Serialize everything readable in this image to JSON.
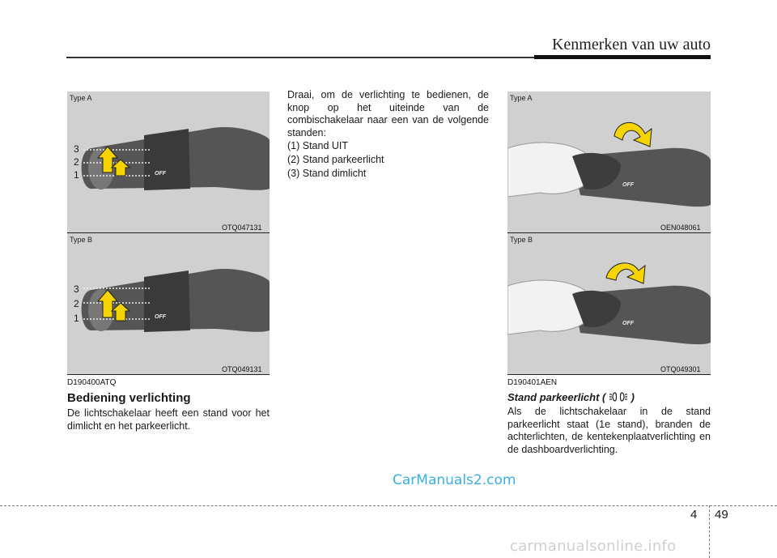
{
  "header": {
    "chapter_title": "Kenmerken van uw auto"
  },
  "figures": [
    {
      "type_label": "Type A",
      "code": "OTQ047131",
      "positions": [
        "3",
        "2",
        "1"
      ],
      "off_label": "OFF"
    },
    {
      "type_label": "Type B",
      "code": "OTQ049131",
      "positions": [
        "3",
        "2",
        "1"
      ],
      "off_label": "OFF"
    },
    {
      "type_label": "Type A",
      "code": "OEN048061",
      "off_label": "OFF"
    },
    {
      "type_label": "Type B",
      "code": "OTQ049301",
      "off_label": "OFF"
    }
  ],
  "left": {
    "section_id": "D190400ATQ",
    "heading": "Bediening verlichting",
    "body": "De lichtschakelaar heeft een stand voor het dimlicht en het parkeerlicht."
  },
  "middle": {
    "intro": "Draai, om de verlichting te bedienen, de knop op het uiteinde van de combischakelaar naar een van de volgende standen:",
    "items": [
      "(1) Stand UIT",
      "(2) Stand parkeerlicht",
      "(3) Stand dimlicht"
    ]
  },
  "right": {
    "section_id": "D190401AEN",
    "heading_prefix": "Stand parkeerlicht (",
    "heading_suffix": ")",
    "body": "Als de lichtschakelaar in de stand parkeerlicht staat (1e stand), branden de achterlichten, de kentekenplaatverlichting en de dashboardverlichting."
  },
  "footer": {
    "chapter": "4",
    "page": "49",
    "watermark": "CarManuals2.com",
    "bottom_watermark": "carmanualsonline.info"
  }
}
